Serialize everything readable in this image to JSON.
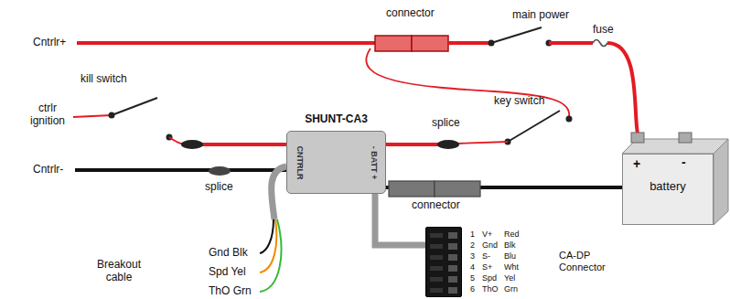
{
  "diagram": {
    "nodes": [
      {
        "text": [
          "SHUNT-CA3",
          "CNTRLR",
          "- BATT +"
        ]
      },
      {
        "text": [
          "battery",
          "+",
          "-"
        ]
      },
      {
        "text": [
          "CA-DP Connector"
        ]
      }
    ],
    "edges": [
      {
        "from": 0,
        "to": 1,
        "arrow": "none"
      },
      {
        "from": 0,
        "to": 2,
        "arrow": "none"
      }
    ],
    "labels": [
      "Cntrlr+",
      "connector",
      "main power",
      "fuse",
      "kill switch",
      "ctrlr ignition",
      "key switch",
      "splice",
      "Cntrlr-",
      "splice",
      "connector",
      "Gnd Blk",
      "Spd Yel",
      "ThO Grn",
      "Breakout cable",
      "1",
      "V+",
      "Red",
      "2",
      "Gnd",
      "Blk",
      "3",
      "S-",
      "Blu",
      "4",
      "S+",
      "Wht",
      "5",
      "Spd",
      "Yel",
      "6",
      "ThO",
      "Grn"
    ]
  }
}
